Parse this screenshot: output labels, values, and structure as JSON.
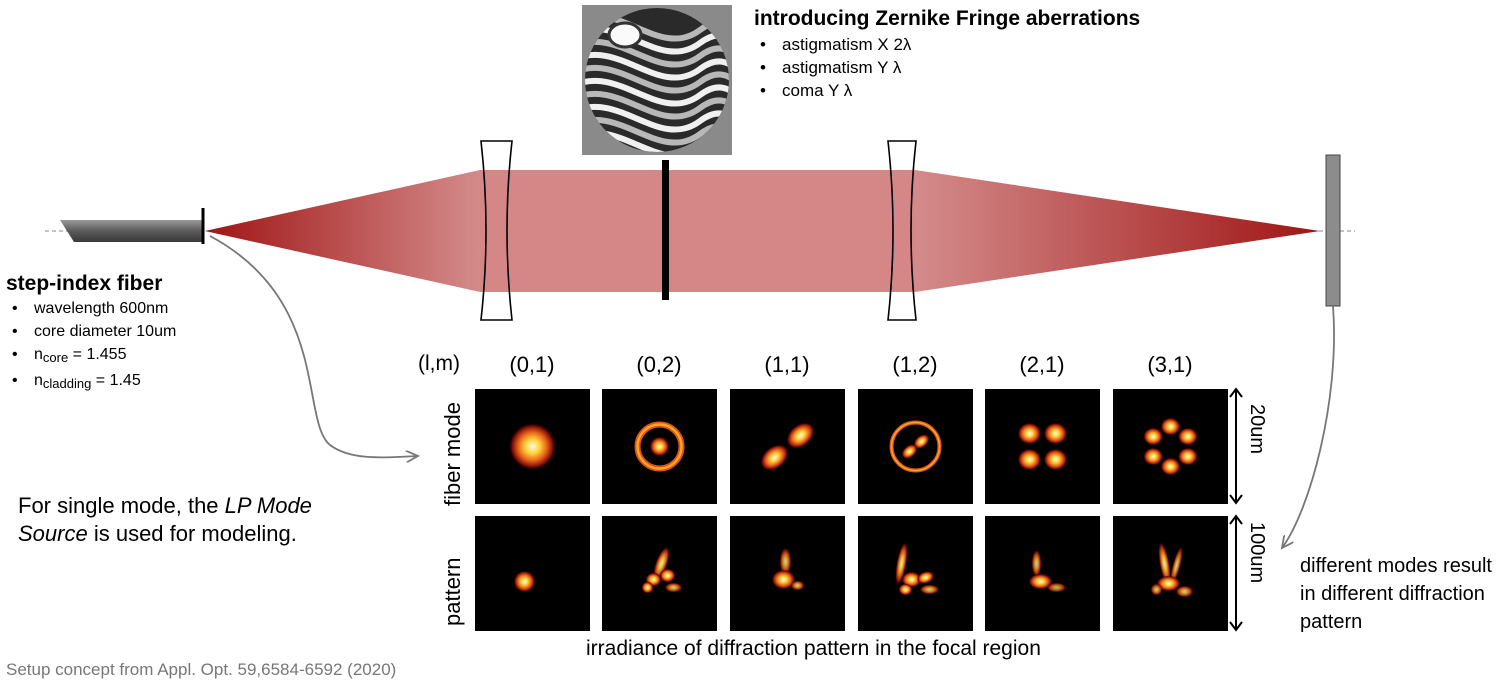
{
  "aberrations": {
    "title": "introducing Zernike Fringe aberrations",
    "items": [
      "astigmatism X 2λ",
      "astigmatism Y λ",
      "coma Y λ"
    ]
  },
  "fiber": {
    "title": "step-index fiber",
    "items": [
      {
        "main": "wavelength 600nm",
        "sub": "",
        "rest": ""
      },
      {
        "main": "core diameter 10um",
        "sub": "",
        "rest": ""
      },
      {
        "main": "n",
        "sub": "core",
        "rest": " = 1.455"
      },
      {
        "main": "n",
        "sub": "cladding",
        "rest": " = 1.45"
      }
    ]
  },
  "note": {
    "pre": "For single mode, the ",
    "italic": "LP Mode Source",
    "post": " is used for modeling."
  },
  "modes": {
    "index_label": "(l,m)",
    "headers": [
      "(0,1)",
      "(0,2)",
      "(1,1)",
      "(1,2)",
      "(2,1)",
      "(3,1)"
    ],
    "row_labels": [
      "fiber mode",
      "pattern"
    ],
    "scale_labels": [
      "20um",
      "100um"
    ],
    "caption": "irradiance of diffraction pattern in the focal region"
  },
  "result_text": "different modes result in different diffraction pattern",
  "source": "Setup concept from Appl. Opt. 59,6584-6592 (2020)",
  "colors": {
    "beam_dark": "#a31515",
    "beam_light": "#d98a8a",
    "fiber": "#6e6e6e",
    "detector": "#8c8c8c"
  }
}
